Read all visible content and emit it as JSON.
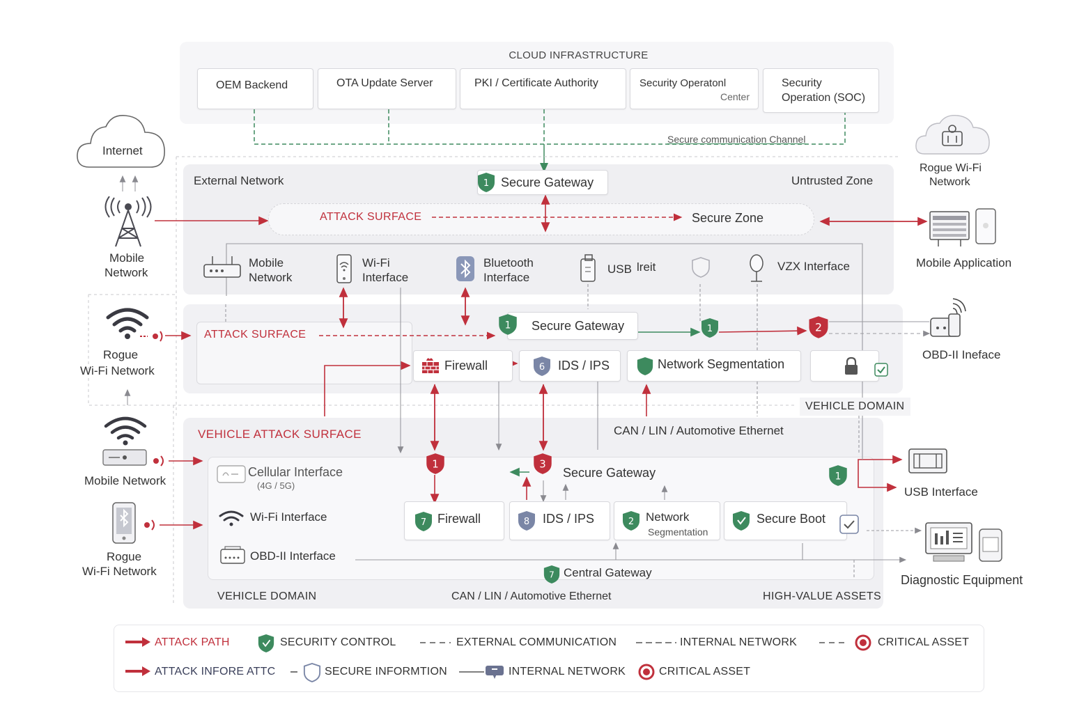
{
  "cloud": {
    "title": "CLOUD INFRASTRUCTURE",
    "boxes": [
      "OEM Backend",
      "OTA Update Server",
      "PKI / Certificate Authority",
      "Security Operatonl",
      "Center",
      "Security",
      "Operation (SOC)"
    ],
    "channel": "Secure communication Channel"
  },
  "left": {
    "internet": "Internet",
    "mobile_network_1": "Mobile",
    "mobile_network_2": "Network",
    "rogue_wifi_1": "Rogue",
    "rogue_wifi_2": "Wi-Fi Network",
    "mobile_network_b": "Mobile Network",
    "rogue_wifi_b1": "Rogue",
    "rogue_wifi_b2": "Wi-Fi Network"
  },
  "right": {
    "rogue_wifi_1": "Rogue Wi-Fi",
    "rogue_wifi_2": "Network",
    "mobile_app": "Mobile Application",
    "obd": "OBD-II  Ineface",
    "usb": "USB Interface",
    "diag": "Diagnostic Equipment"
  },
  "external": {
    "label": "External Network",
    "untrusted": "Untrusted Zone",
    "gateway": "Secure Gateway",
    "attack_surface": "ATTACK SURFACE",
    "secure_zone": "Secure Zone",
    "iface": [
      "Mobile",
      "Network",
      "Wi-Fi",
      "Interface",
      "Bluetooth",
      "Interface",
      "USB",
      "lreit",
      "VZX Interface"
    ]
  },
  "middle": {
    "attack_surface": "ATTACK SURFACE",
    "gateway": "Secure Gateway",
    "firewall": "Firewall",
    "ids": "IDS / IPS",
    "netseg": "Network Segmentation",
    "badge1": "1",
    "badge2": "2",
    "vehicle_domain": "VEHICLE DOMAIN",
    "bus": "CAN / LIN / Automotive Ethernet"
  },
  "vehicle": {
    "title": "VEHICLE ATTACK SURFACE",
    "cellular": "Cellular Interface",
    "cellular_sub": "(4G / 5G)",
    "wifi": "Wi-Fi Interface",
    "obd": "OBD-II Interface",
    "gateway": "Secure Gateway",
    "firewall": "Firewall",
    "ids": "IDS / IPS",
    "netseg_1": "Network",
    "netseg_2": "Segmentation",
    "secure_boot": "Secure Boot",
    "central": "Central Gateway",
    "badge1": "1",
    "badge3": "3",
    "domain": "VEHICLE DOMAIN",
    "bus": "CAN / LIN / Automotive Ethernet",
    "assets": "HIGH-VALUE ASSETS"
  },
  "legend": {
    "row1": [
      "ATTACK PATH",
      "SECURITY CONTROL",
      "EXTERNAL COMMUNICATION",
      "INTERNAL NETWORK",
      "CRITICAL ASSET"
    ],
    "row2": [
      "ATTACK INFORE ATTC",
      "SECURE INFORMTION",
      "INTERNAL NETWORK",
      "CRITICAL ASSET"
    ]
  },
  "colors": {
    "attack": "#c0303c",
    "control": "#3d8a5e",
    "channel": "#3d8a5e",
    "gray": "#8a8a90"
  }
}
